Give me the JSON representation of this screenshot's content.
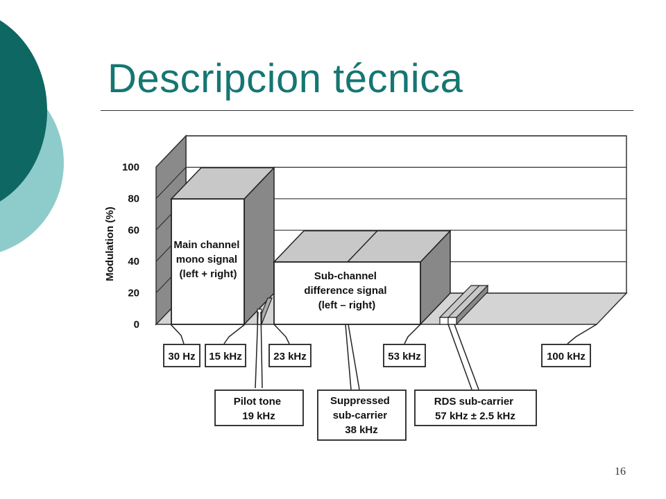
{
  "slide": {
    "title": "Descripcion técnica",
    "page_number": "16",
    "colors": {
      "title": "#157673",
      "circle_dark": "#0E6763",
      "circle_light": "#8ECCCB"
    }
  },
  "chart_data": {
    "type": "bar",
    "subtype": "3d-frequency-spectrum",
    "ylabel": "Modulation (%)",
    "yticks": [
      "0",
      "20",
      "40",
      "60",
      "80",
      "100"
    ],
    "ylim": [
      0,
      100
    ],
    "grid": true,
    "bars": [
      {
        "label_lines": [
          "Main channel",
          "mono signal",
          "(left + right)"
        ],
        "x_start_khz": 0.03,
        "x_end_khz": 15,
        "value": 80
      },
      {
        "label_lines": [
          "Sub-channel",
          "difference signal",
          "(left – right)"
        ],
        "x_start_khz": 23,
        "x_end_khz": 53,
        "value": 40
      }
    ],
    "small_features": [
      {
        "name": "Pilot tone",
        "x_khz": 19,
        "value": 10
      },
      {
        "name": "RDS sub-carrier",
        "x_khz": 57,
        "value": 5
      }
    ],
    "frequency_labels": [
      "30 Hz",
      "15 kHz",
      "23 kHz",
      "53 kHz",
      "100 kHz"
    ],
    "callouts": [
      {
        "lines": [
          "Pilot tone",
          "19 kHz"
        ]
      },
      {
        "lines": [
          "Suppressed",
          "sub-carrier",
          "38 kHz"
        ]
      },
      {
        "lines": [
          "RDS sub-carrier",
          "57 kHz ± 2.5 kHz"
        ]
      }
    ]
  }
}
